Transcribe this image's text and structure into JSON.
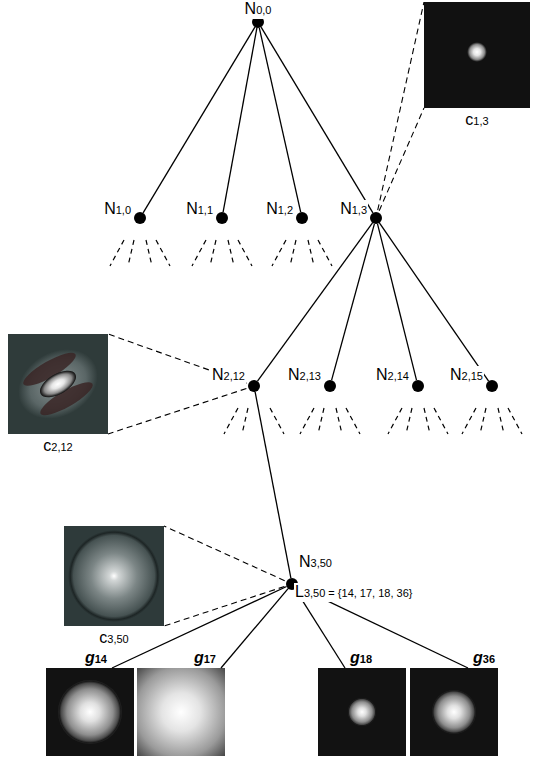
{
  "diagram": {
    "nodes": [
      {
        "text": [
          "N0,0"
        ]
      },
      {
        "text": [
          "c1,3"
        ]
      },
      {
        "text": [
          "N1,0"
        ]
      },
      {
        "text": [
          "N1,1"
        ]
      },
      {
        "text": [
          "N1,2"
        ]
      },
      {
        "text": [
          "N1,3"
        ]
      },
      {
        "text": [
          "c2,12"
        ]
      },
      {
        "text": [
          "N2,12"
        ]
      },
      {
        "text": [
          "N2,13"
        ]
      },
      {
        "text": [
          "N2,14"
        ]
      },
      {
        "text": [
          "N2,15"
        ]
      },
      {
        "text": [
          "c3,50"
        ]
      },
      {
        "text": [
          "N3,50",
          "L3,50 = {14, 17, 18, 36}"
        ]
      },
      {
        "text": [
          "g14"
        ]
      },
      {
        "text": [
          "g17"
        ]
      },
      {
        "text": [
          "g18"
        ]
      },
      {
        "text": [
          "g36"
        ]
      }
    ],
    "edges": [
      {
        "from": 0,
        "to": 2,
        "arrow": "none"
      },
      {
        "from": 0,
        "to": 3,
        "arrow": "none"
      },
      {
        "from": 0,
        "to": 4,
        "arrow": "none"
      },
      {
        "from": 0,
        "to": 5,
        "arrow": "none"
      },
      {
        "from": 5,
        "to": 1,
        "arrow": "none"
      },
      {
        "from": 5,
        "to": 7,
        "arrow": "none"
      },
      {
        "from": 5,
        "to": 8,
        "arrow": "none"
      },
      {
        "from": 5,
        "to": 9,
        "arrow": "none"
      },
      {
        "from": 5,
        "to": 10,
        "arrow": "none"
      },
      {
        "from": 7,
        "to": 6,
        "arrow": "none"
      },
      {
        "from": 7,
        "to": 12,
        "arrow": "none"
      },
      {
        "from": 12,
        "to": 11,
        "arrow": "none"
      },
      {
        "from": 12,
        "to": 13,
        "arrow": "none"
      },
      {
        "from": 12,
        "to": 14,
        "arrow": "none"
      },
      {
        "from": 12,
        "to": 15,
        "arrow": "none"
      },
      {
        "from": 12,
        "to": 16,
        "arrow": "none"
      }
    ]
  }
}
